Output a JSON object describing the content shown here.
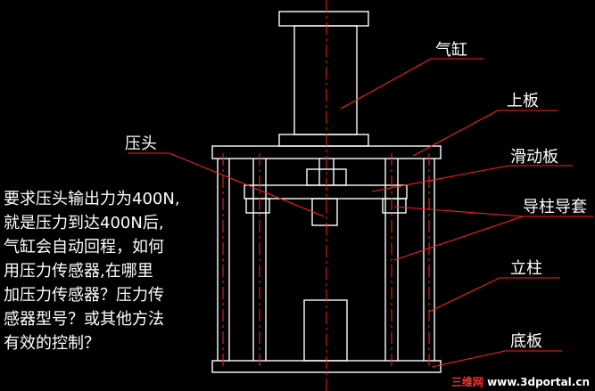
{
  "labels": {
    "cylinder": "气缸",
    "top_plate": "上板",
    "press_head": "压头",
    "sliding_plate": "滑动板",
    "guide_sleeve": "导柱导套",
    "column": "立柱",
    "base_plate": "底板"
  },
  "question": [
    "要求压头输出力为400N,",
    "就是压力到达400N后,",
    "气缸会自动回程，如何",
    "用压力传感器,在哪里",
    "加压力传感器？压力传",
    "感器型号？或其他方法",
    "有效的控制？"
  ],
  "watermark": {
    "site_name": "三维网",
    "url": "www.3dportal.cn"
  },
  "colors": {
    "background": "#000000",
    "drawing": "#ffffff",
    "leader_and_centerline": "#ff2020"
  }
}
